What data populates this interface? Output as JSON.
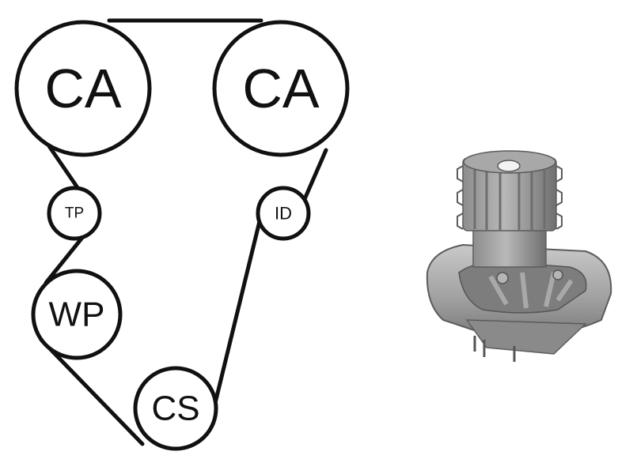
{
  "diagram": {
    "pulleys": [
      {
        "id": "ca_left",
        "label": "CA"
      },
      {
        "id": "ca_right",
        "label": "CA"
      },
      {
        "id": "tp",
        "label": "TP"
      },
      {
        "id": "id",
        "label": "ID"
      },
      {
        "id": "wp",
        "label": "WP"
      },
      {
        "id": "cs",
        "label": "CS"
      }
    ]
  },
  "part_image": {
    "icon": "water-pump-icon"
  }
}
